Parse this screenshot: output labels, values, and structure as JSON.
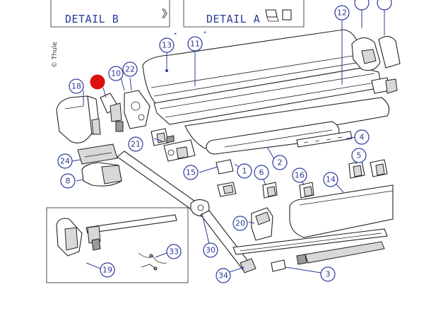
{
  "labels": {
    "detail_b": "DETAIL B",
    "detail_a": "DETAIL A",
    "copyright": "© Thule",
    "asterisk": "*"
  },
  "callouts": [
    {
      "id": "13",
      "label": "13"
    },
    {
      "id": "11",
      "label": "11"
    },
    {
      "id": "12",
      "label": "12"
    },
    {
      "id": "18",
      "label": "18"
    },
    {
      "id": "highlight",
      "label": ""
    },
    {
      "id": "22",
      "label": "22"
    },
    {
      "id": "10",
      "label": "10"
    },
    {
      "id": "21",
      "label": "21"
    },
    {
      "id": "24",
      "label": "24"
    },
    {
      "id": "8",
      "label": "8"
    },
    {
      "id": "15",
      "label": "15"
    },
    {
      "id": "1",
      "label": "1"
    },
    {
      "id": "2",
      "label": "2"
    },
    {
      "id": "4",
      "label": "4"
    },
    {
      "id": "5",
      "label": "5"
    },
    {
      "id": "6",
      "label": "6"
    },
    {
      "id": "16",
      "label": "16"
    },
    {
      "id": "14",
      "label": "14"
    },
    {
      "id": "20",
      "label": "20"
    },
    {
      "id": "30",
      "label": "30"
    },
    {
      "id": "33",
      "label": "33"
    },
    {
      "id": "19",
      "label": "19"
    },
    {
      "id": "34",
      "label": "34"
    },
    {
      "id": "3",
      "label": "3"
    }
  ],
  "colors": {
    "callout": "#2a3a9a",
    "highlight": "#dd1111",
    "line": "#222222"
  }
}
